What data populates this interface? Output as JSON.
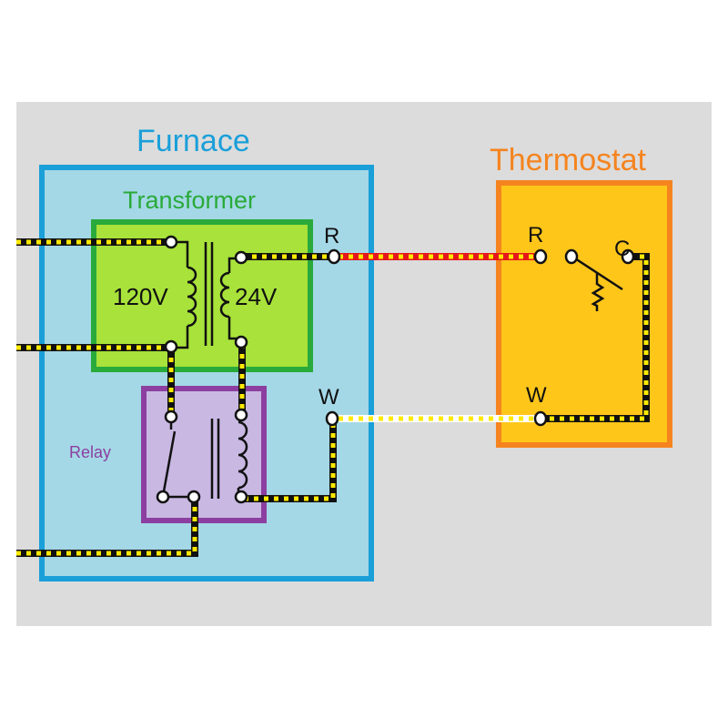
{
  "labels": {
    "furnace": "Furnace",
    "thermostat": "Thermostat",
    "transformer": "Transformer",
    "primary_voltage": "120V",
    "secondary_voltage": "24V",
    "relay": "Relay",
    "furnace_r": "R",
    "furnace_w": "W",
    "thermostat_r": "R",
    "thermostat_c": "C",
    "thermostat_w": "W"
  },
  "colors": {
    "background_panel": "#dcdcdc",
    "furnace_fill": "#a4d8e6",
    "furnace_border": "#1a9fd9",
    "furnace_text": "#1a9fd9",
    "transformer_fill": "#a8e23a",
    "transformer_border": "#2aaa3a",
    "transformer_text": "#2aaa3a",
    "relay_fill": "#c8b8e2",
    "relay_border": "#8c3fa0",
    "relay_text": "#8c3fa0",
    "thermostat_fill": "#ffc61a",
    "thermostat_border": "#f5841f",
    "thermostat_text": "#f5841f",
    "wire_black": "#111111",
    "wire_yellow": "#ffea00",
    "wire_red": "#e4171b",
    "wire_white": "#ffffff"
  }
}
